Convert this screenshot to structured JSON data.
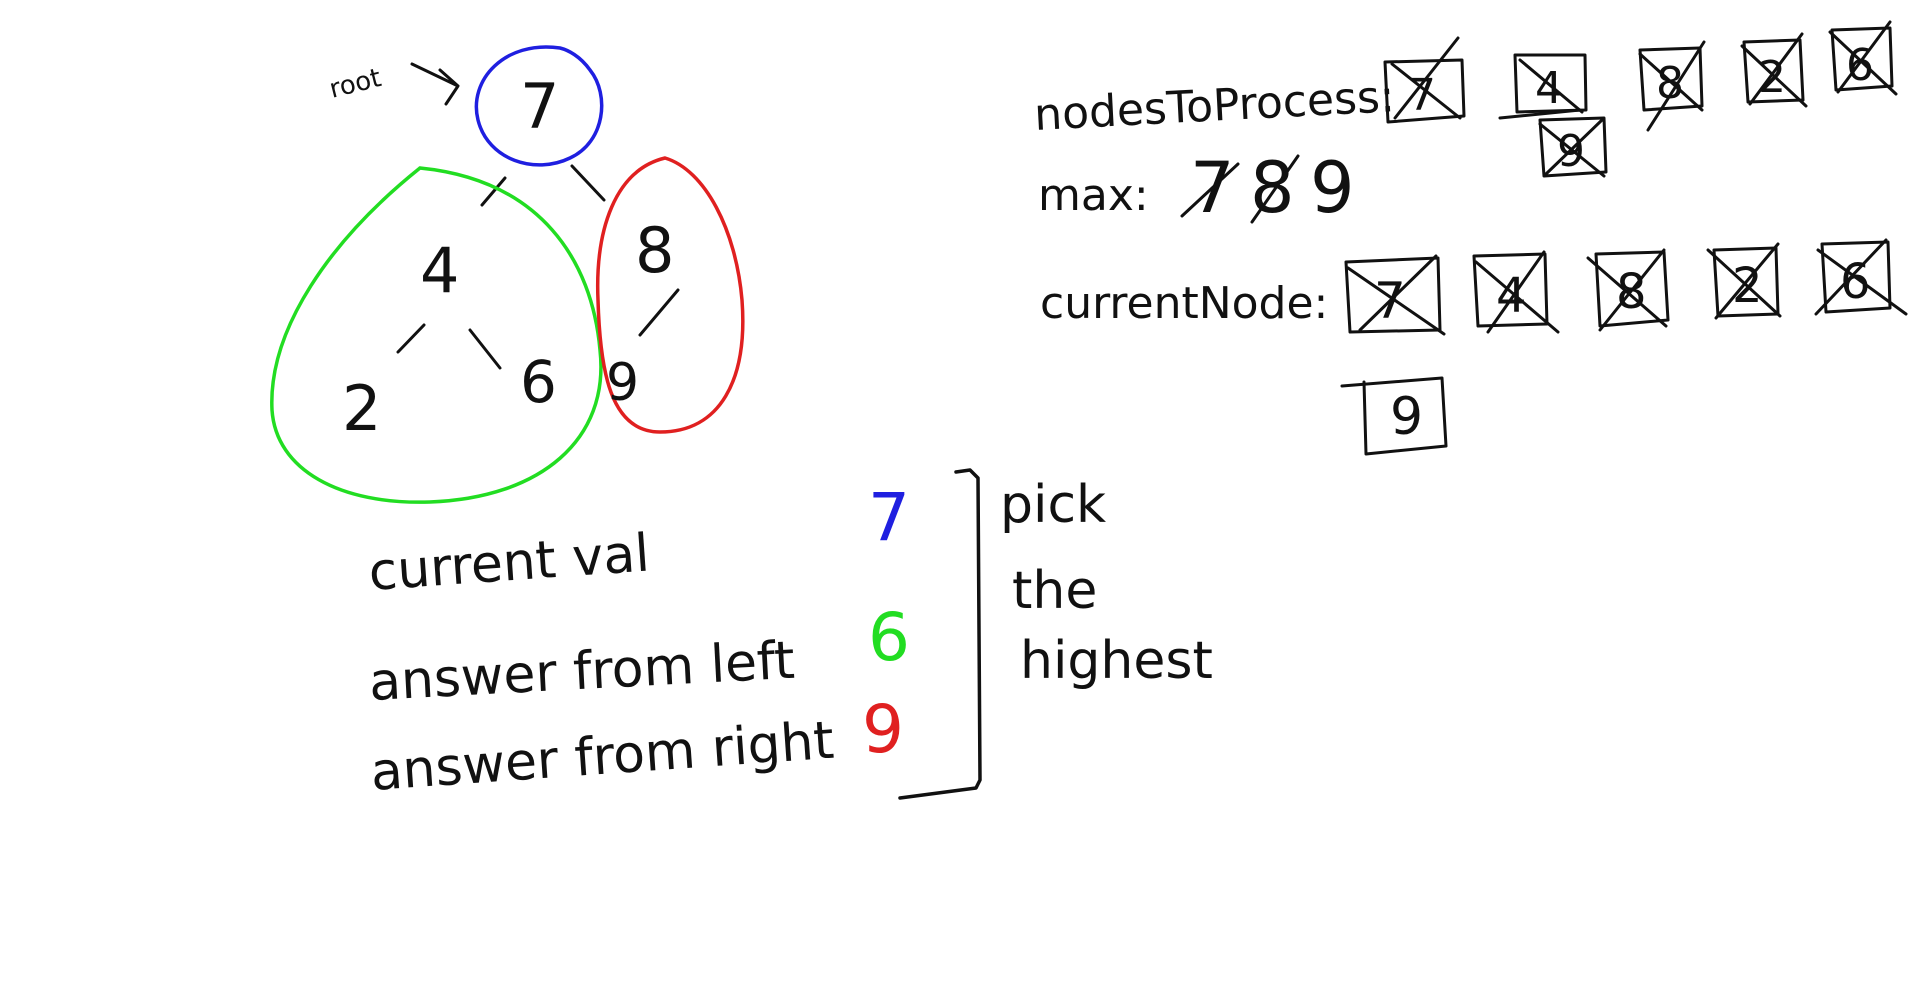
{
  "tree": {
    "root_label": "root",
    "nodes": {
      "root": "7",
      "left": "4",
      "right": "8",
      "left_left": "2",
      "left_right": "6",
      "right_left": "9"
    }
  },
  "colors": {
    "ink": "#111111",
    "blue": "#1f1fe0",
    "green": "#22dd22",
    "red": "#e02020"
  },
  "state": {
    "nodes_to_process_label": "nodesToProcess:",
    "nodes_to_process": [
      "7",
      "4",
      "9",
      "8",
      "2",
      "6"
    ],
    "max_label": "max:",
    "max_values": [
      "7",
      "8",
      "9"
    ],
    "current_node_label": "currentNode:",
    "current_node_visited": [
      "7",
      "4",
      "8",
      "2",
      "6"
    ],
    "current_node_active": "9"
  },
  "explanation": {
    "lines": [
      {
        "label": "current val",
        "value": "7"
      },
      {
        "label": "answer from left",
        "value": "6"
      },
      {
        "label": "answer from right",
        "value": "9"
      }
    ],
    "note_lines": [
      "pick",
      "the",
      "highest"
    ]
  }
}
